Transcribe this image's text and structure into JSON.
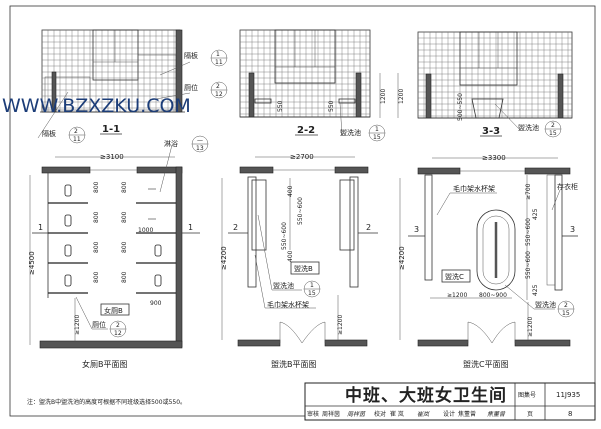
{
  "watermark": "WWW.BZXZKU.COM",
  "elevations": [
    {
      "title": "1-1",
      "callouts": [
        {
          "label": "隔板",
          "num": "1",
          "page": "11"
        },
        {
          "label": "厕位",
          "num": "2",
          "page": "12"
        },
        {
          "label": "隔板",
          "num": "2",
          "page": "11"
        }
      ]
    },
    {
      "title": "2-2",
      "dims": [
        "550",
        "550",
        "1200",
        "1200"
      ],
      "callouts": [
        {
          "label": "盥洗池",
          "num": "1",
          "page": "15"
        }
      ]
    },
    {
      "title": "3-3",
      "dims": [
        "500~550"
      ],
      "callouts": [
        {
          "label": "盥洗池",
          "num": "2",
          "page": "15"
        }
      ]
    }
  ],
  "plans": [
    {
      "title": "女厕B平面图",
      "room": "女厕B",
      "section_mark": "1",
      "dims": {
        "width": "≥3100",
        "depth": "≥4500",
        "stall": "800",
        "shower": "1000",
        "stall_w": "900",
        "front": "≥1200"
      },
      "callouts": [
        {
          "label": "淋浴",
          "num": "—",
          "page": "13"
        },
        {
          "label": "厕位",
          "num": "2",
          "page": "12"
        }
      ]
    },
    {
      "title": "盥洗B平面图",
      "room": "盥洗B",
      "section_mark": "2",
      "dims": {
        "width": "≥2700",
        "depth": "≥4200",
        "a": "400",
        "b": "550~600",
        "c": "550~600",
        "d": "400",
        "front": "≥1200"
      },
      "callouts": [
        {
          "label": "盥洗池",
          "num": "1",
          "page": "15"
        }
      ],
      "labels": [
        "毛巾架水杯架"
      ]
    },
    {
      "title": "盥洗C平面图",
      "room": "盥洗C",
      "section_mark": "3",
      "dims": {
        "width": "≥3300",
        "depth": "≥4200",
        "top": "≥700",
        "a": "425",
        "b": "550~600",
        "c": "550~600",
        "d": "425",
        "side": "≥1200",
        "basin": "800~900",
        "front": "≥1200"
      },
      "callouts": [
        {
          "label": "盥洗池",
          "num": "2",
          "page": "15"
        }
      ],
      "labels": [
        "毛巾架水杯架",
        "存衣柜"
      ]
    }
  ],
  "note": "注：盥洗B中盥洗池的高度可根据不同班级选择500或550。",
  "title_block": {
    "title": "中班、大班女卫生间",
    "atlas_label": "图集号",
    "atlas_no": "11J935",
    "review_label": "审核",
    "reviewer": "周祥茵",
    "reviewer_sig": "周祥茵",
    "check_label": "校对",
    "checker": "崔 岚",
    "checker_sig": "崔岚",
    "design_label": "设计",
    "designer": "焦董曾",
    "designer_sig": "焦董曾",
    "page_label": "页",
    "page_no": "8"
  }
}
